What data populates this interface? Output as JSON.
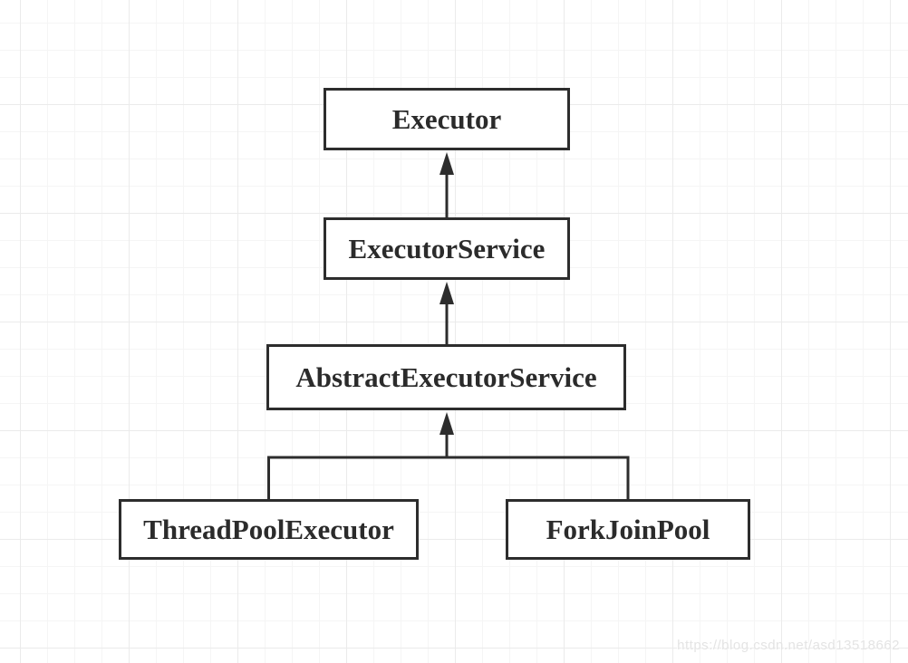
{
  "diagram_type": "class-hierarchy-flowchart",
  "nodes": [
    {
      "id": "executor",
      "label": "Executor"
    },
    {
      "id": "executor-service",
      "label": "ExecutorService"
    },
    {
      "id": "abstract-executor-service",
      "label": "AbstractExecutorService"
    },
    {
      "id": "thread-pool-executor",
      "label": "ThreadPoolExecutor"
    },
    {
      "id": "fork-join-pool",
      "label": "ForkJoinPool"
    }
  ],
  "edges": [
    {
      "from": "ExecutorService",
      "to": "Executor",
      "style": "solid-arrow-up"
    },
    {
      "from": "AbstractExecutorService",
      "to": "ExecutorService",
      "style": "solid-arrow-up"
    },
    {
      "from": "ThreadPoolExecutor",
      "to": "AbstractExecutorService",
      "style": "solid-arrow-up-branch"
    },
    {
      "from": "ForkJoinPool",
      "to": "AbstractExecutorService",
      "style": "solid-arrow-up-branch"
    }
  ],
  "watermark": "https://blog.csdn.net/asd13518662",
  "colors": {
    "stroke": "#2d2d2d",
    "box_fill": "#ffffff",
    "grid_minor": "#f5f5f5",
    "grid_major": "#ebebeb",
    "watermark": "#e4e4e4"
  }
}
